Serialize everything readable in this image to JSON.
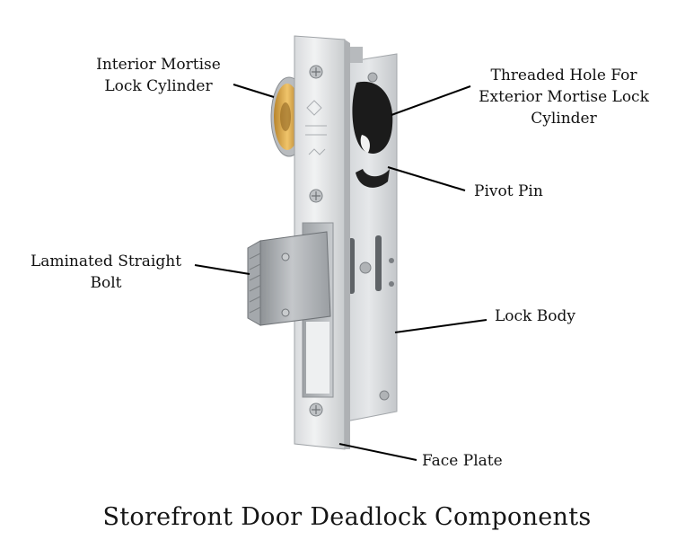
{
  "title": "Storefront Door Deadlock Components",
  "labels": {
    "interior_cylinder": [
      "Interior Mortise",
      "Lock Cylinder"
    ],
    "threaded_hole": [
      "Threaded Hole For",
      "Exterior Mortise Lock",
      "Cylinder"
    ],
    "pivot_pin": [
      "Pivot Pin"
    ],
    "bolt": [
      "Laminated Straight",
      "Bolt"
    ],
    "lock_body": [
      "Lock Body"
    ],
    "face_plate": [
      "Face Plate"
    ]
  },
  "colors": {
    "steel_light": "#e2e4e6",
    "steel_mid": "#c6c9cc",
    "steel_dark": "#9da1a5",
    "brass": "#d9a54a",
    "text": "#111111"
  }
}
